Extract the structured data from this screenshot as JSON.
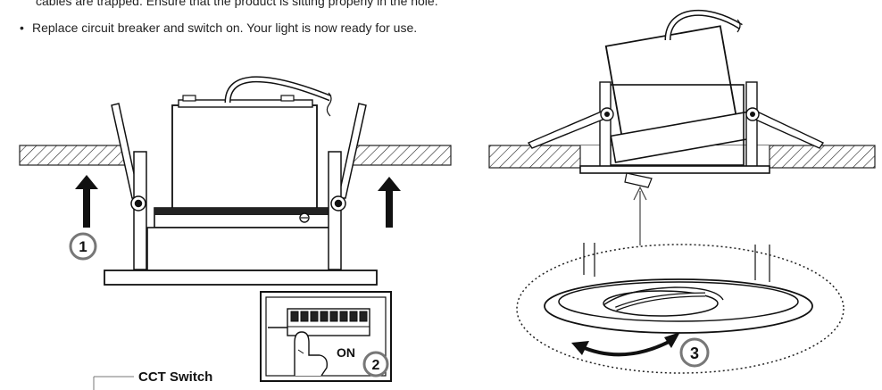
{
  "text": {
    "line1": "cables are trapped. Ensure that the product is sitting properly in the hole.",
    "bullet_marker": "•",
    "line2": "Replace circuit breaker and switch on. Your light is now ready for use."
  },
  "labels": {
    "step1": "1",
    "step2": "2",
    "step3": "3",
    "on": "ON",
    "cct_switch": "CCT Switch"
  }
}
